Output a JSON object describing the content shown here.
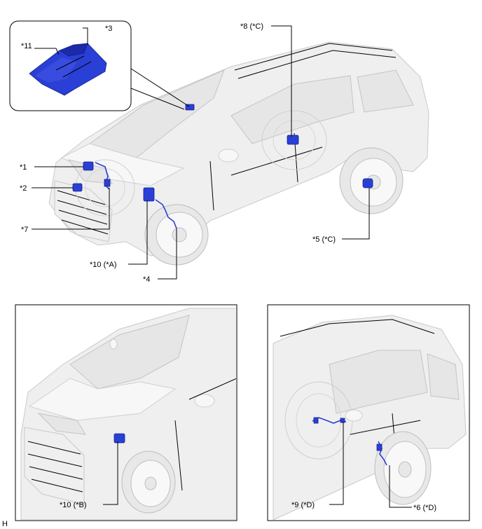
{
  "labels": {
    "l1": "*1",
    "l2": "*2",
    "l3": "*3",
    "l4": "*4",
    "l5": "*5 (*C)",
    "l6": "*6 (*D)",
    "l7": "*7",
    "l8": "*8 (*C)",
    "l9": "*9 (*D)",
    "l10a": "*10 (*A)",
    "l10b": "*10 (*B)",
    "l11": "*11",
    "corner": "H"
  },
  "colors": {
    "component": "#2a3fd6",
    "vehicle": "#efefef",
    "leader_line": "#000000"
  }
}
